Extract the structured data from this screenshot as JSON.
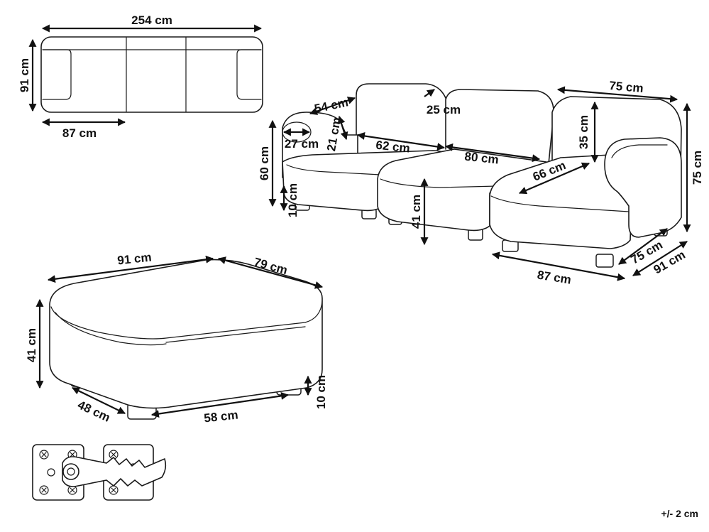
{
  "dimensions": {
    "top_view_width": "254 cm",
    "top_view_depth": "91 cm",
    "top_view_module": "87 cm",
    "backrest_height": "54 cm",
    "backrest_depth": "25 cm",
    "armrest_width": "27 cm",
    "armrest_height": "21 cm",
    "seat_depth_left": "62 cm",
    "seat_depth_middle": "80 cm",
    "seat_depth_right": "66 cm",
    "overall_height_left": "60 cm",
    "leg_height_left": "10 cm",
    "seat_height": "41 cm",
    "module_width_right": "75 cm",
    "arm_height_right": "35 cm",
    "overall_height_right": "75 cm",
    "module_width_bottom": "87 cm",
    "module_depth_75": "75 cm",
    "module_depth_91": "91 cm",
    "ottoman_width": "91 cm",
    "ottoman_depth": "79 cm",
    "ottoman_height": "41 cm",
    "ottoman_leg_height": "10 cm",
    "ottoman_base_depth": "48 cm",
    "ottoman_base_width": "58 cm"
  },
  "tolerance": "+/- 2 cm",
  "icons": [
    "connector-clip-icon"
  ]
}
